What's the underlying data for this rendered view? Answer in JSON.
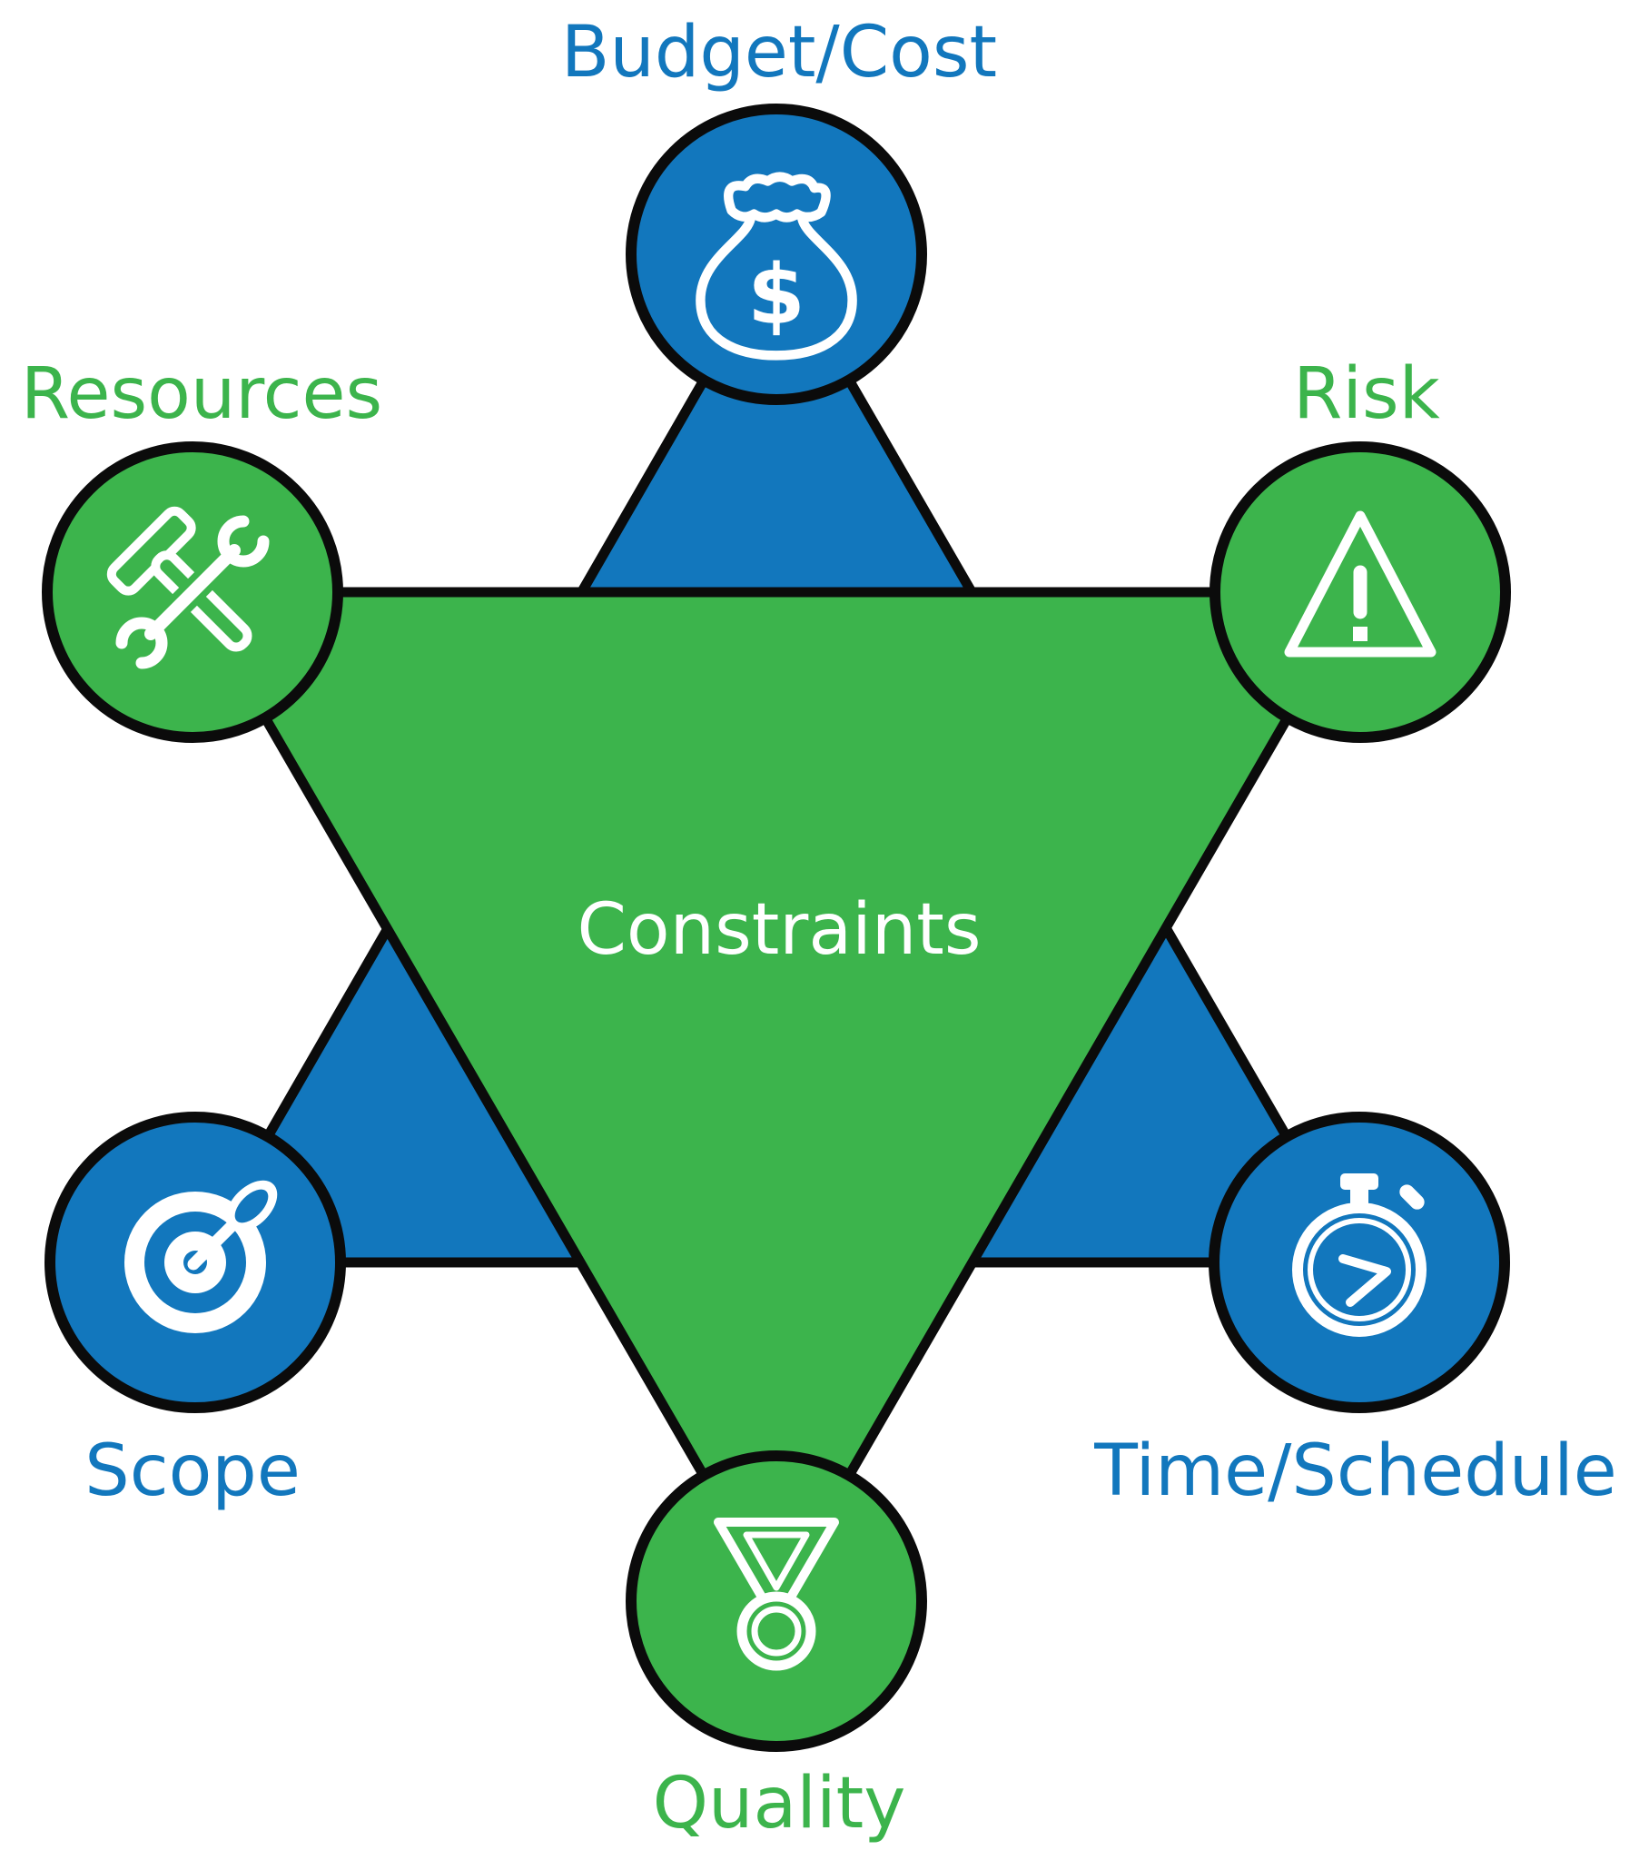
{
  "diagram": {
    "center_label": "Constraints",
    "nodes": [
      {
        "id": "budget",
        "label": "Budget/Cost",
        "color": "#1277bd",
        "icon": "money-bag-icon"
      },
      {
        "id": "resources",
        "label": "Resources",
        "color": "#3cb44c",
        "icon": "hammer-wrench-icon"
      },
      {
        "id": "risk",
        "label": "Risk",
        "color": "#3cb44c",
        "icon": "warning-triangle-icon"
      },
      {
        "id": "scope",
        "label": "Scope",
        "color": "#1277bd",
        "icon": "target-dart-icon"
      },
      {
        "id": "time",
        "label": "Time/Schedule",
        "color": "#1277bd",
        "icon": "stopwatch-icon"
      },
      {
        "id": "quality",
        "label": "Quality",
        "color": "#3cb44c",
        "icon": "medal-icon"
      }
    ],
    "icon_glyphs": {
      "dollar": "$"
    },
    "colors": {
      "blue": "#1277bd",
      "green": "#3cb44c",
      "outline": "#0b0b0b",
      "icon_stroke": "#ffffff",
      "background": "#ffffff"
    }
  }
}
